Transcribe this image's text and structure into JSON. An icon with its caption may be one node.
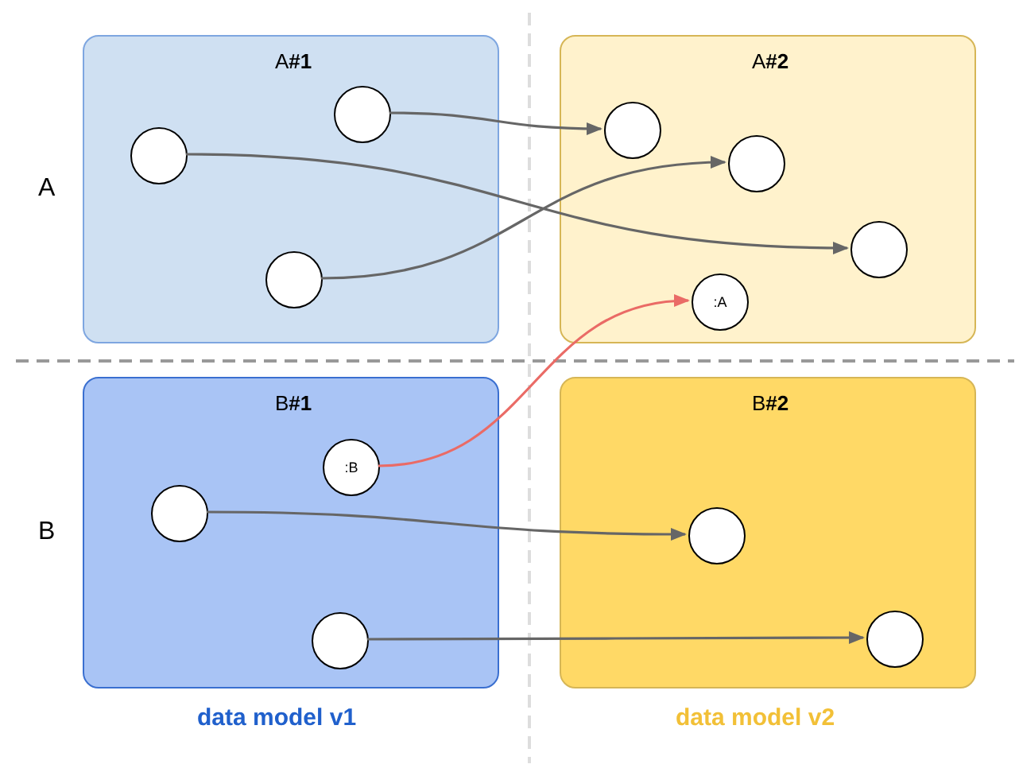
{
  "diagram": {
    "nodes": [
      {
        "text": [
          "A**#1**"
        ]
      },
      {
        "text": [],
        "shape": "circle",
        "in": 0
      },
      {
        "text": [],
        "shape": "circle",
        "in": 0
      },
      {
        "text": [],
        "shape": "circle",
        "in": 0
      },
      {
        "text": [
          "A**#2**"
        ]
      },
      {
        "text": [],
        "shape": "circle",
        "in": 4
      },
      {
        "text": [],
        "shape": "circle",
        "in": 4
      },
      {
        "text": [],
        "shape": "circle",
        "in": 4
      },
      {
        "text": [
          ":A"
        ],
        "in": 4
      },
      {
        "text": [
          "B**#1**"
        ]
      },
      {
        "text": [
          ":B"
        ],
        "in": 9
      },
      {
        "text": [],
        "shape": "circle",
        "in": 9
      },
      {
        "text": [],
        "shape": "circle",
        "in": 9
      },
      {
        "text": [
          "B**#2**"
        ]
      },
      {
        "text": [],
        "shape": "circle",
        "in": 13
      },
      {
        "text": [],
        "shape": "circle",
        "in": 13
      }
    ],
    "edges": [
      {
        "from": 1,
        "to": 5,
        "arrow": "to"
      },
      {
        "from": 2,
        "to": 7,
        "arrow": "to"
      },
      {
        "from": 3,
        "to": 6,
        "arrow": "to"
      },
      {
        "from": 10,
        "to": 8,
        "arrow": "to",
        "color": "#ea6b66"
      },
      {
        "from": 11,
        "to": 14,
        "arrow": "to"
      },
      {
        "from": 12,
        "to": 15,
        "arrow": "to"
      }
    ],
    "labels": [
      "A",
      "B",
      "data model v1",
      "data model v2"
    ]
  }
}
